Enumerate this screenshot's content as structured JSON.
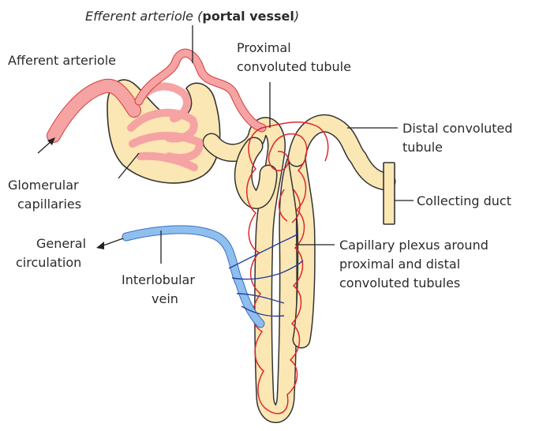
{
  "colors": {
    "tubule_fill": "#fbe7b4",
    "tubule_stroke": "#333333",
    "arteriole_fill": "#f5a3a3",
    "arteriole_stroke": "#d83a3a",
    "capillary": "#e0262a",
    "vein_fill": "#8fbfee",
    "vein_stroke": "#3a6fbf",
    "vein_capillary": "#2a3f9a"
  },
  "labels": {
    "efferent_prefix": "Efferent arteriole (",
    "efferent_bold": "portal vessel",
    "efferent_suffix": ")",
    "afferent": "Afferent arteriole",
    "proximal_line1": "Proximal",
    "proximal_line2": "convoluted tubule",
    "distal_line1": "Distal convoluted",
    "distal_line2": "tubule",
    "glomerular_line1": "Glomerular",
    "glomerular_line2": "capillaries",
    "collecting": "Collecting duct",
    "general_line1": "General",
    "general_line2": "circulation",
    "capillary_line1": "Capillary plexus around",
    "capillary_line2": "proximal and distal",
    "capillary_line3": "convoluted tubules",
    "interlobular_line1": "Interlobular",
    "interlobular_line2": "vein"
  }
}
